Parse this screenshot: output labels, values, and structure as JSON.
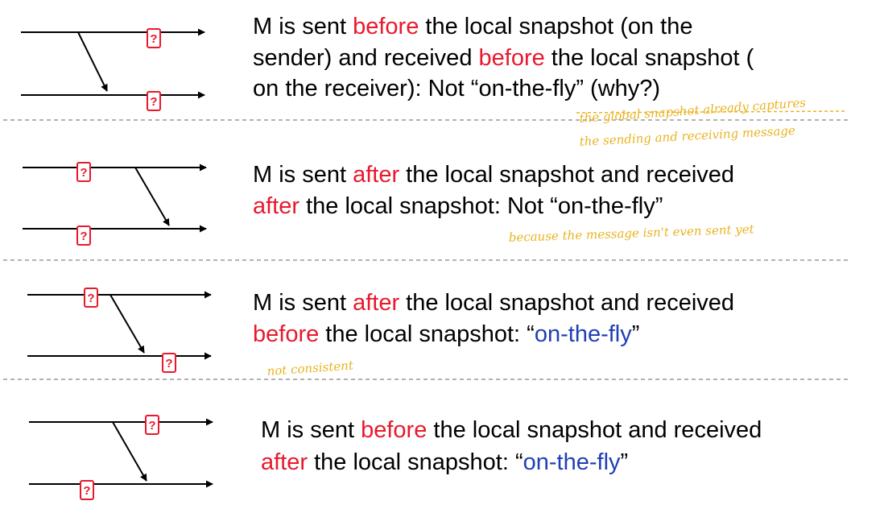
{
  "colors": {
    "emphasis_red": "#e8192c",
    "emphasis_blue": "#1f3fb5",
    "annotation_yellow": "#e9b320",
    "box_red": "#e8192c"
  },
  "snapshot_marker": "?",
  "cases": [
    {
      "line1_a": "M is sent ",
      "line1_b": "before",
      "line1_c": " the local snapshot (on the",
      "line2_a": "sender) and received ",
      "line2_b": "before",
      "line2_c": " the local snapshot (",
      "line3_a": "on the receiver): Not “on-the-fly”  (why?)",
      "note_1": "the global snapshot already captures",
      "note_2": "the sending and receiving message"
    },
    {
      "line1_a": "M is sent ",
      "line1_b": "after",
      "line1_c": " the local snapshot and received",
      "line2_a": "after",
      "line2_b": " the local snapshot: Not “on-the-fly”",
      "note_1": "because the message isn't even sent yet"
    },
    {
      "line1_a": "M is sent ",
      "line1_b": "after",
      "line1_c": " the local snapshot and received",
      "line2_a": "before",
      "line2_b": " the local snapshot: “",
      "line2_c": "on-the-fly",
      "line2_d": "”",
      "note_1": "not consistent"
    },
    {
      "line1_a": "M is sent ",
      "line1_b": "before",
      "line1_c": " the local snapshot and received",
      "line2_a": "after",
      "line2_b": " the local snapshot: “",
      "line2_c": "on-the-fly",
      "line2_d": "”"
    }
  ]
}
